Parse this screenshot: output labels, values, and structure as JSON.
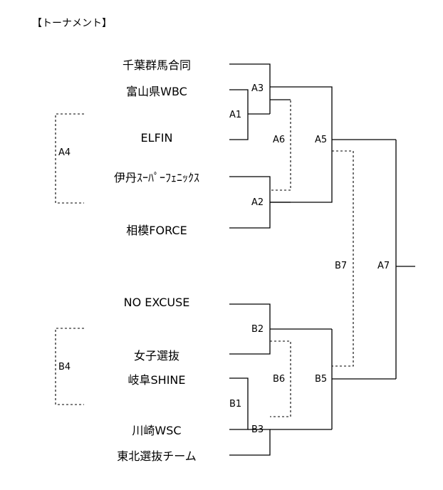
{
  "title": "【トーナメント】",
  "teams": [
    "千葉群馬合同",
    "富山県WBC",
    "ELFIN",
    "伊丹ｽｰﾊﾟｰﾌｪﾆｯｸｽ",
    "相模FORCE",
    "NO EXCUSE",
    "女子選抜",
    "岐阜SHINE",
    "川崎WSC",
    "東北選抜チーム"
  ],
  "matches": {
    "a1": "A1",
    "a2": "A2",
    "a3": "A3",
    "a4": "A4",
    "a5": "A5",
    "a6": "A6",
    "a7": "A7",
    "b1": "B1",
    "b2": "B2",
    "b3": "B3",
    "b4": "B4",
    "b5": "B5",
    "b6": "B6",
    "b7": "B7"
  }
}
